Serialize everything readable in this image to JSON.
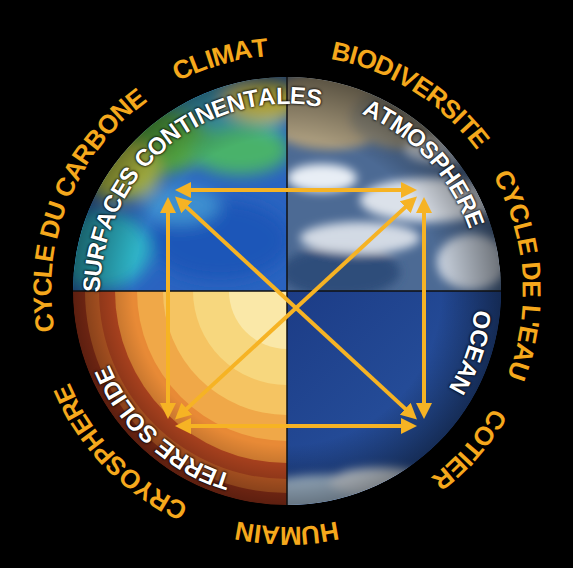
{
  "diagram": {
    "nodes": [
      {
        "text": [
          "SURFACES CONTINENTALES"
        ]
      },
      {
        "text": [
          "ATMOSPHERE"
        ]
      },
      {
        "text": [
          "TERRE SOLIDE"
        ]
      },
      {
        "text": [
          "OCEAN"
        ]
      }
    ],
    "edges": [
      {
        "from": 0,
        "to": 1,
        "arrow": "both"
      },
      {
        "from": 0,
        "to": 2,
        "arrow": "both"
      },
      {
        "from": 1,
        "to": 3,
        "arrow": "both"
      },
      {
        "from": 2,
        "to": 3,
        "arrow": "both"
      },
      {
        "from": 0,
        "to": 3,
        "arrow": "both"
      },
      {
        "from": 1,
        "to": 2,
        "arrow": "both"
      }
    ],
    "labels": [
      "CLIMAT",
      "BIODIVERSITE",
      "CYCLE DE L'EAU",
      "COTIER",
      "HUMAIN",
      "CRYOSPHERE",
      "CYCLE DU CARBONE"
    ]
  }
}
